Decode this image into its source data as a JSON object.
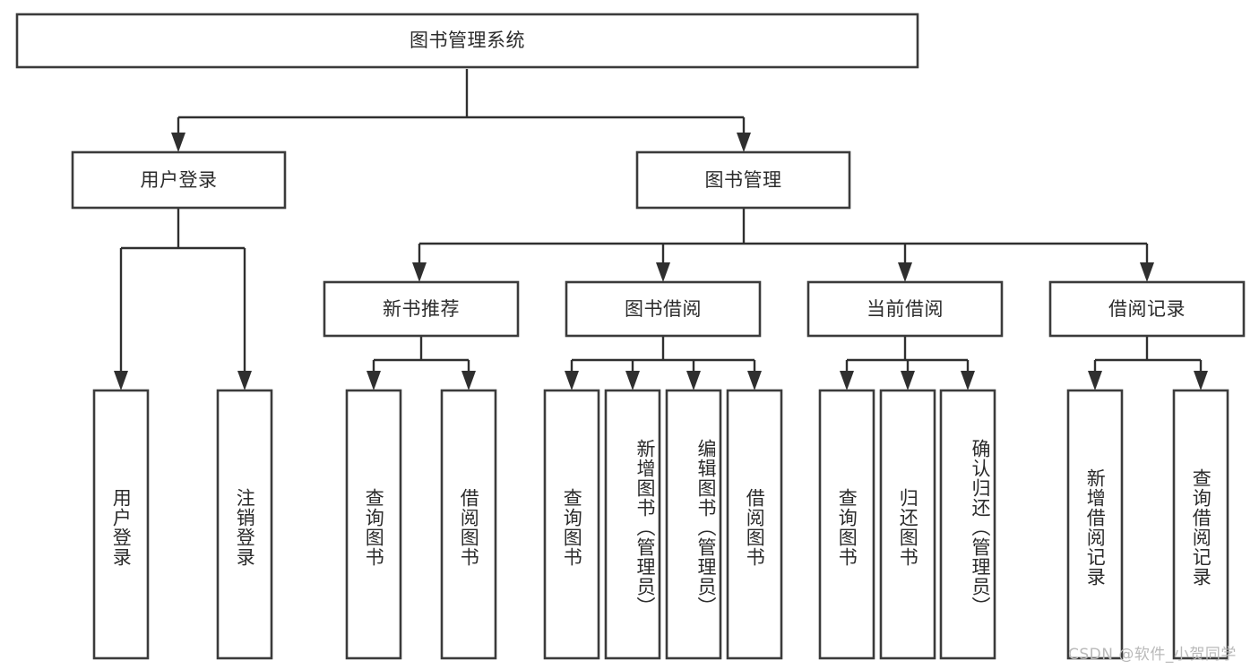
{
  "diagram": {
    "title": "图书管理系统",
    "type": "tree-hierarchy-flowchart",
    "colors": {
      "box_stroke": "#3b3b3b",
      "box_fill": "#ffffff",
      "connector": "#2f2f2f",
      "text": "#2b2b2b",
      "watermark": "#b9b9b9",
      "background": "#ffffff"
    },
    "nodes": {
      "root": {
        "label": "图书管理系统"
      },
      "level2": [
        {
          "id": "user-login",
          "label": "用户登录"
        },
        {
          "id": "book-management",
          "label": "图书管理"
        }
      ],
      "level3": [
        {
          "id": "new-book-recommend",
          "label": "新书推荐"
        },
        {
          "id": "book-borrow",
          "label": "图书借阅"
        },
        {
          "id": "current-borrow",
          "label": "当前借阅"
        },
        {
          "id": "borrow-record",
          "label": "借阅记录"
        }
      ],
      "leaves": {
        "user_login": [
          {
            "id": "leaf-user-login",
            "label": "用户登录"
          },
          {
            "id": "leaf-logout",
            "label": "注销登录"
          }
        ],
        "new_book_recommend": [
          {
            "id": "leaf-query-book-1",
            "label": "查询图书"
          },
          {
            "id": "leaf-borrow-book-1",
            "label": "借阅图书"
          }
        ],
        "book_borrow": [
          {
            "id": "leaf-query-book-2",
            "label": "查询图书"
          },
          {
            "id": "leaf-add-book",
            "label": "新增图书（管理员）"
          },
          {
            "id": "leaf-edit-book",
            "label": "编辑图书（管理员）"
          },
          {
            "id": "leaf-borrow-book-2",
            "label": "借阅图书"
          }
        ],
        "current_borrow": [
          {
            "id": "leaf-query-book-3",
            "label": "查询图书"
          },
          {
            "id": "leaf-return-book",
            "label": "归还图书"
          },
          {
            "id": "leaf-confirm-return",
            "label": "确认归还（管理员）"
          }
        ],
        "borrow_record": [
          {
            "id": "leaf-add-record",
            "label": "新增借阅记录"
          },
          {
            "id": "leaf-query-record",
            "label": "查询借阅记录"
          }
        ]
      }
    },
    "watermark": "CSDN @软件_小贺同学"
  }
}
